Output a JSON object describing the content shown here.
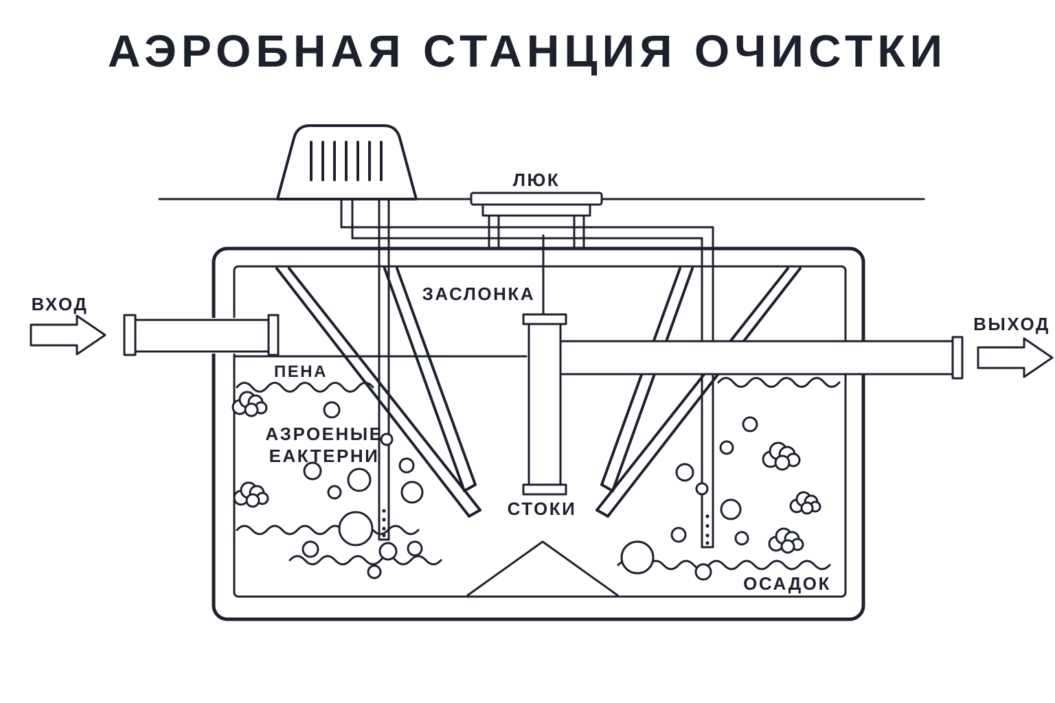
{
  "title": "АЭРОБНАЯ СТАНЦИЯ ОЧИСТКИ",
  "colors": {
    "line": "#1d212e",
    "background": "#ffffff"
  },
  "diagram": {
    "labels": {
      "hatch": "ЛЮК",
      "inlet": "ВХОД",
      "outlet": "ВЫХОД",
      "damper": "ЗАСЛОНКА",
      "foam": "ПЕНА",
      "bacteria_line1": "АЗРОЕНЫЕ",
      "bacteria_line2": "ЕАКТЕРНИ",
      "sewage": "СТОКИ",
      "sediment": "ОСАДОК"
    }
  }
}
